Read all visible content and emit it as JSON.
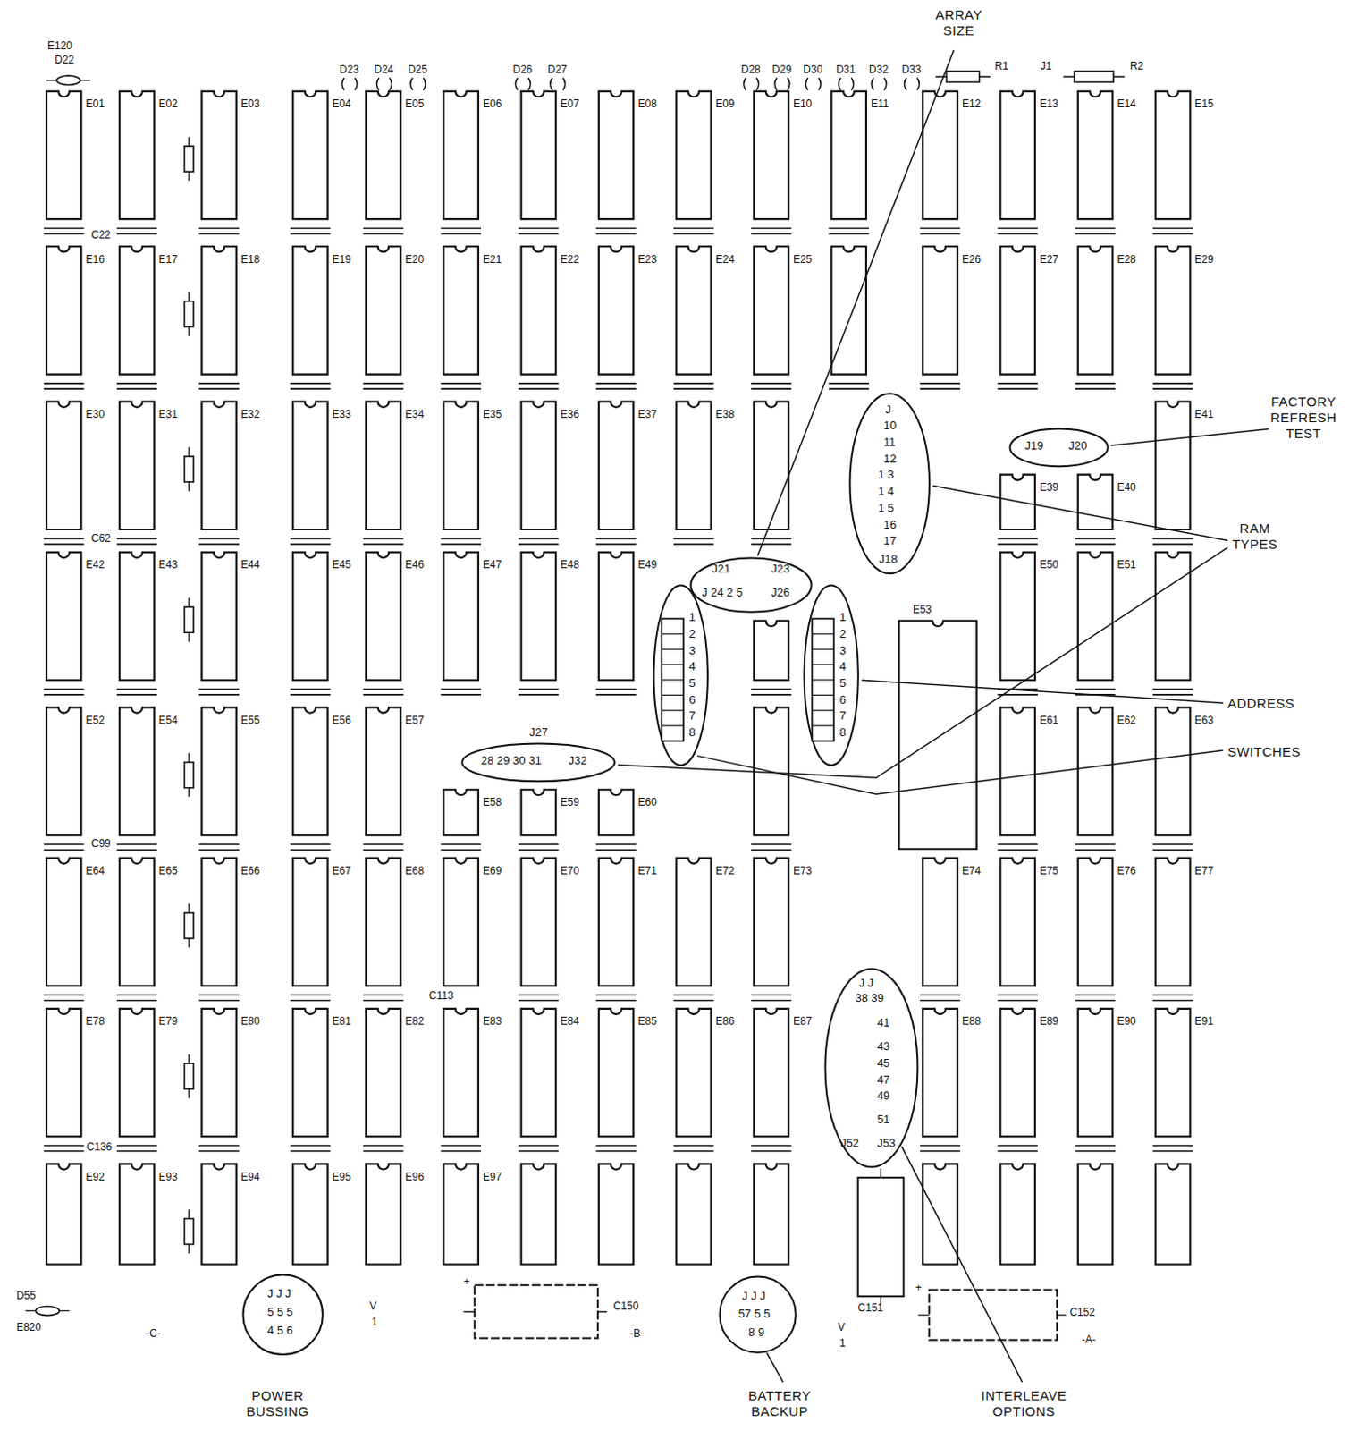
{
  "diagram": {
    "nodes": [
      {
        "text": [
          "J",
          "10",
          "11",
          "12",
          "1 3",
          "1 4",
          "1 5",
          "16",
          "17",
          "J18"
        ]
      },
      {
        "text": [
          "J19",
          "J20"
        ]
      },
      {
        "text": [
          "J21",
          "J23",
          "J 24 2 5",
          "J26"
        ]
      },
      {
        "text": [
          "1",
          "2",
          "3",
          "4",
          "5",
          "6",
          "7",
          "8"
        ]
      },
      {
        "text": [
          "1",
          "2",
          "3",
          "4",
          "5",
          "6",
          "7",
          "8"
        ]
      },
      {
        "text": [
          "J27",
          "28 29 30 31",
          "J32"
        ]
      },
      {
        "text": [
          "J J",
          "38 39",
          "41",
          "43",
          "45",
          "47",
          "49",
          "51",
          "J52",
          "J53"
        ]
      },
      {
        "text": [
          "J J J",
          "5 5 5",
          "4 5 6"
        ]
      },
      {
        "text": [
          "J J J",
          "57 5 5",
          "8 9"
        ]
      }
    ],
    "labels": [
      "ARRAY SIZE",
      "FACTORY REFRESH TEST",
      "RAM TYPES",
      "ADDRESS",
      "SWITCHES",
      "POWER BUSSING",
      "BATTERY BACKUP",
      "INTERLEAVE OPTIONS",
      "E120",
      "D22",
      "D23",
      "D24",
      "D25",
      "D26",
      "D27",
      "D28",
      "D29",
      "D30",
      "D31",
      "D32",
      "D33",
      "R1",
      "J1",
      "R2",
      "C22",
      "C62",
      "C99",
      "C136",
      "C113",
      "E53",
      "+",
      "C150",
      "-B-",
      "V",
      "1",
      "-C-",
      "C151",
      "V",
      "1",
      "+",
      "C152",
      "-A-",
      "D55",
      "E820",
      "E01",
      "E02",
      "E03",
      "E04",
      "E05",
      "E06",
      "E07",
      "E08",
      "E09",
      "E10",
      "E11",
      "E12",
      "E13",
      "E14",
      "E15",
      "E16",
      "E17",
      "E18",
      "E19",
      "E20",
      "E21",
      "E22",
      "E23",
      "E24",
      "E25",
      "E26",
      "E27",
      "E28",
      "E29",
      "E30",
      "E31",
      "E32",
      "E33",
      "E34",
      "E35",
      "E36",
      "E37",
      "E38",
      "E39",
      "E40",
      "E41",
      "E42",
      "E43",
      "E44",
      "E45",
      "E46",
      "E47",
      "E48",
      "E49",
      "E50",
      "E51",
      "E52",
      "E54",
      "E55",
      "E56",
      "E57",
      "E58",
      "E59",
      "E60",
      "E61",
      "E62",
      "E63",
      "E64",
      "E65",
      "E66",
      "E67",
      "E68",
      "E69",
      "E70",
      "E71",
      "E72",
      "E73",
      "E74",
      "E75",
      "E76",
      "E77",
      "E78",
      "E79",
      "E80",
      "E81",
      "E82",
      "E83",
      "E84",
      "E85",
      "E86",
      "E87",
      "E88",
      "E89",
      "E90",
      "E91",
      "E92",
      "E93",
      "E94",
      "E95",
      "E96",
      "E97"
    ]
  }
}
